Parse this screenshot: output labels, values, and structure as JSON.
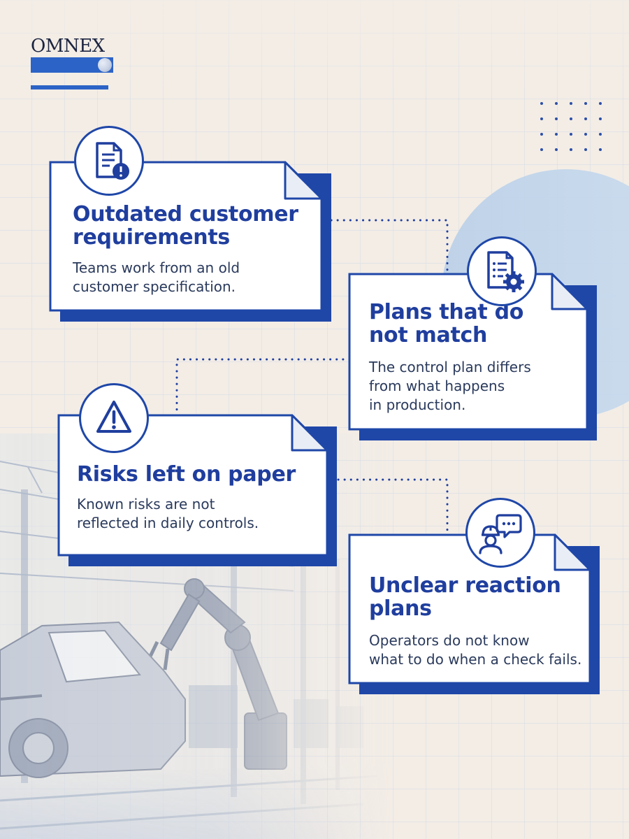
{
  "brand": {
    "name": "OMNEX"
  },
  "colors": {
    "accent": "#2c63c6",
    "navy": "#1f3e9e",
    "background": "#f3ede6"
  },
  "cards": [
    {
      "title": "Outdated customer requirements",
      "title_lines": [
        "Outdated customer",
        "requirements"
      ],
      "description_lines": [
        "Teams work from an old",
        "customer specification."
      ],
      "icon": "document-alert-icon"
    },
    {
      "title": "Plans that do not match",
      "title_lines": [
        "Plans that do",
        "not match"
      ],
      "description_lines": [
        "The control plan differs",
        "from what happens",
        "in production."
      ],
      "icon": "document-gear-icon"
    },
    {
      "title": "Risks left on paper",
      "title_lines": [
        "Risks left on paper"
      ],
      "description_lines": [
        "Known risks are not",
        "reflected in daily controls."
      ],
      "icon": "warning-triangle-icon"
    },
    {
      "title": "Unclear reaction plans",
      "title_lines": [
        "Unclear reaction",
        "plans"
      ],
      "description_lines": [
        "Operators do not know",
        "what to do when a check fails."
      ],
      "icon": "operator-chat-icon"
    }
  ]
}
